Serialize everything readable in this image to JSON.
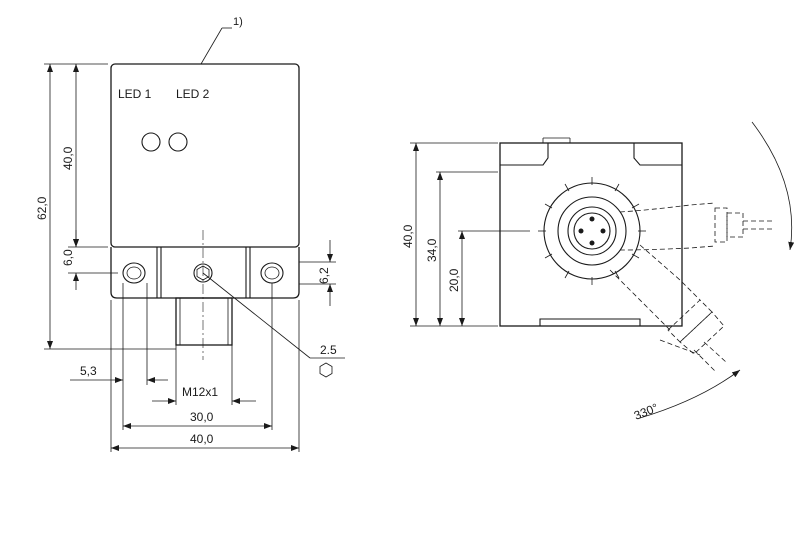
{
  "front_view": {
    "callout": "1)",
    "led1": "LED 1",
    "led2": "LED 2",
    "dim_height_total": "62,0",
    "dim_height_body": "40,0",
    "dim_flange": "6,0",
    "dim_right_flange": "6,2",
    "dim_left_offset": "5,3",
    "dim_thread": "M12x1",
    "dim_hole_spacing": "30,0",
    "dim_width": "40,0",
    "dim_hex": "2.5"
  },
  "side_view": {
    "dim_height": "40,0",
    "dim_connector_top": "34,0",
    "dim_connector_center": "20,0",
    "dim_rotation": "330°"
  }
}
